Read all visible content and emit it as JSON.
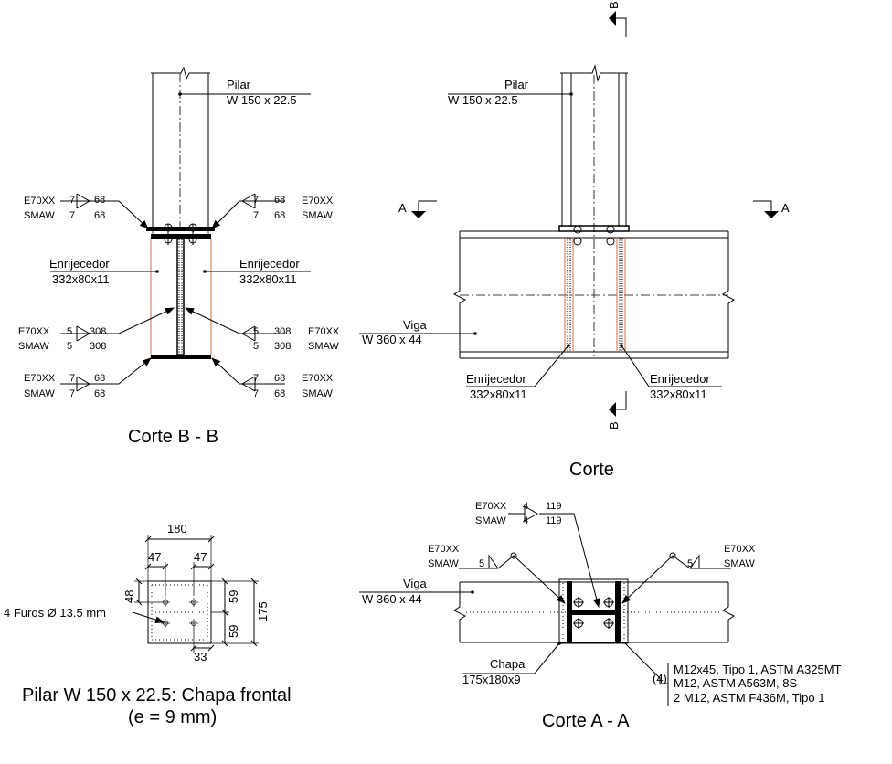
{
  "corte_bb": {
    "title": "Corte B - B",
    "pilar_label": "Pilar",
    "pilar_size": "W 150 x 22.5",
    "stiffener_left_label": "Enrijecedor",
    "stiffener_left_size": "332x80x11",
    "stiffener_right_label": "Enrijecedor",
    "stiffener_right_size": "332x80x11",
    "weld_top_left": {
      "electrode": "E70XX",
      "process": "SMAW",
      "s1": "7",
      "s2": "7",
      "l1": "68",
      "l2": "68"
    },
    "weld_top_right": {
      "electrode": "E70XX",
      "process": "SMAW",
      "s1": "7",
      "s2": "7",
      "l1": "68",
      "l2": "68"
    },
    "weld_mid_left": {
      "electrode": "E70XX",
      "process": "SMAW",
      "s1": "5",
      "s2": "5",
      "l1": "308",
      "l2": "308"
    },
    "weld_mid_right": {
      "electrode": "E70XX",
      "process": "SMAW",
      "s1": "5",
      "s2": "5",
      "l1": "308",
      "l2": "308"
    },
    "weld_bot_left": {
      "electrode": "E70XX",
      "process": "SMAW",
      "s1": "7",
      "s2": "7",
      "l1": "68",
      "l2": "68"
    },
    "weld_bot_right": {
      "electrode": "E70XX",
      "process": "SMAW",
      "s1": "7",
      "s2": "7",
      "l1": "68",
      "l2": "68"
    }
  },
  "corte": {
    "title": "Corte",
    "pilar_label": "Pilar",
    "pilar_size": "W 150 x 22.5",
    "viga_label": "Viga",
    "viga_size": "W 360 x 44",
    "stiffener_left_label": "Enrijecedor",
    "stiffener_left_size": "332x80x11",
    "stiffener_right_label": "Enrijecedor",
    "stiffener_right_size": "332x80x11",
    "section_a_left": "A",
    "section_a_right": "A",
    "section_b_top": "B",
    "section_b_bottom": "B"
  },
  "chapa": {
    "title_line1": "Pilar W 150 x 22.5: Chapa frontal",
    "title_line2": "(e = 9 mm)",
    "dim_width": "180",
    "dim_edge_left": "47",
    "dim_edge_right": "47",
    "dim_height": "175",
    "dim_top": "48",
    "dim_right_top": "59",
    "dim_right_bottom": "59",
    "dim_bottom": "33",
    "holes_label": "4 Furos Ø 13.5 mm"
  },
  "corte_aa": {
    "title": "Corte A - A",
    "viga_label": "Viga",
    "viga_size": "W 360 x 44",
    "chapa_label": "Chapa",
    "chapa_size": "175x180x9",
    "weld_top": {
      "electrode": "E70XX",
      "process": "SMAW",
      "s1": "4",
      "s2": "4",
      "l1": "119",
      "l2": "119"
    },
    "weld_left": {
      "electrode": "E70XX",
      "process": "SMAW",
      "size": "5"
    },
    "weld_right": {
      "electrode": "E70XX",
      "process": "SMAW",
      "size": "5"
    },
    "bolts_count": "(4)",
    "bolts_line1": "M12x45, Tipo 1, ASTM A325MT",
    "bolts_line2": "M12, ASTM A563M, 8S",
    "bolts_line3": "2 M12, ASTM F436M, Tipo 1"
  }
}
